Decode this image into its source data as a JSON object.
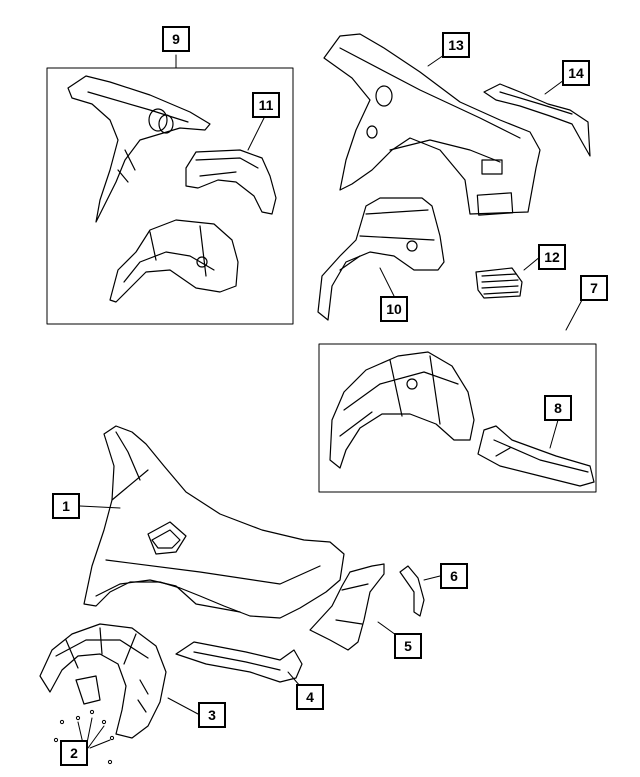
{
  "callouts": {
    "c1": "1",
    "c2": "2",
    "c3": "3",
    "c4": "4",
    "c5": "5",
    "c6": "6",
    "c7": "7",
    "c8": "8",
    "c9": "9",
    "c10": "10",
    "c11": "11",
    "c12": "12",
    "c13": "13",
    "c14": "14"
  },
  "colors": {
    "line": "#000000",
    "background": "#ffffff"
  }
}
